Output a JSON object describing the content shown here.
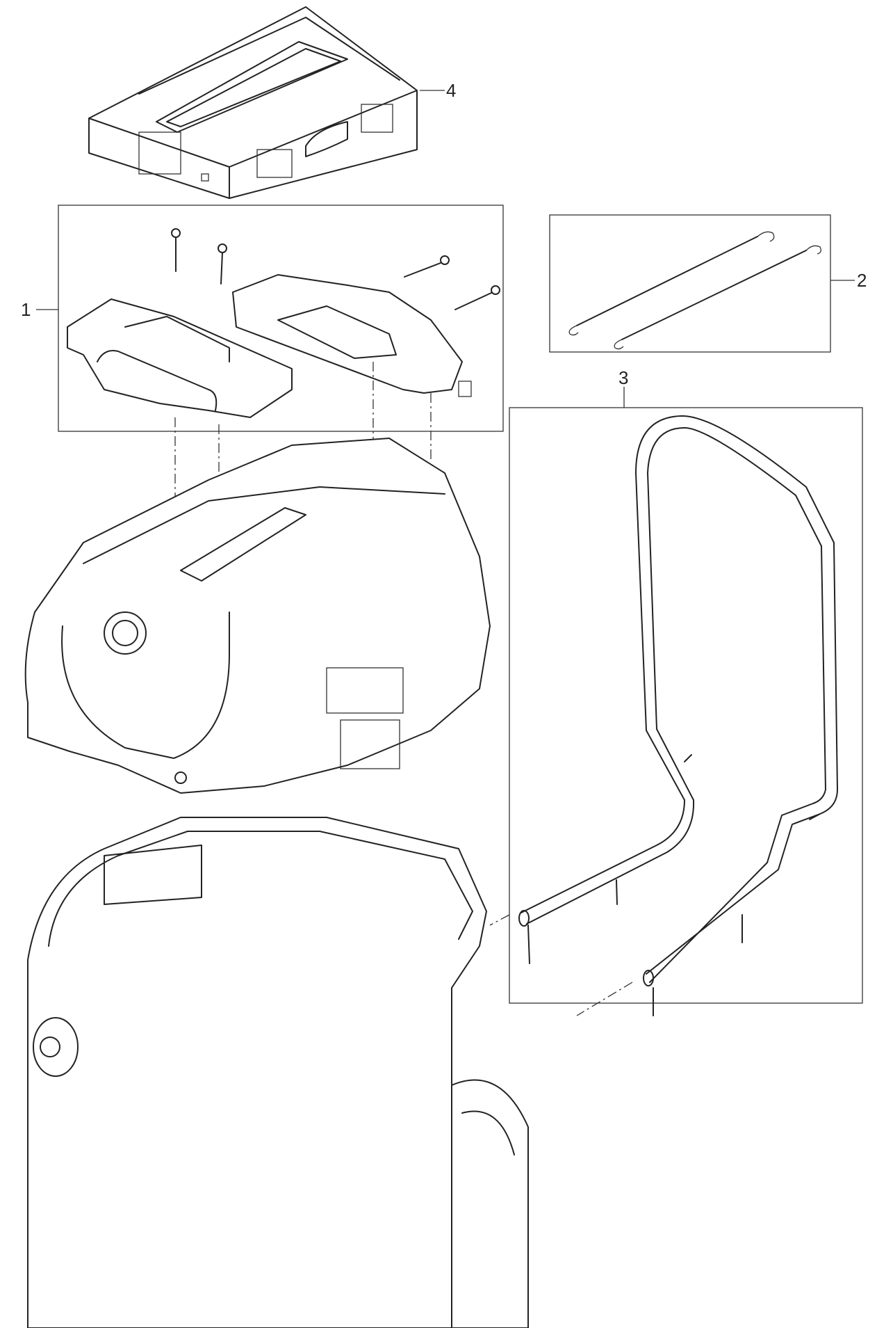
{
  "diagram": {
    "callouts": [
      {
        "id": "1",
        "label": "1"
      },
      {
        "id": "2",
        "label": "2"
      },
      {
        "id": "3",
        "label": "3"
      },
      {
        "id": "4",
        "label": "4"
      }
    ]
  }
}
